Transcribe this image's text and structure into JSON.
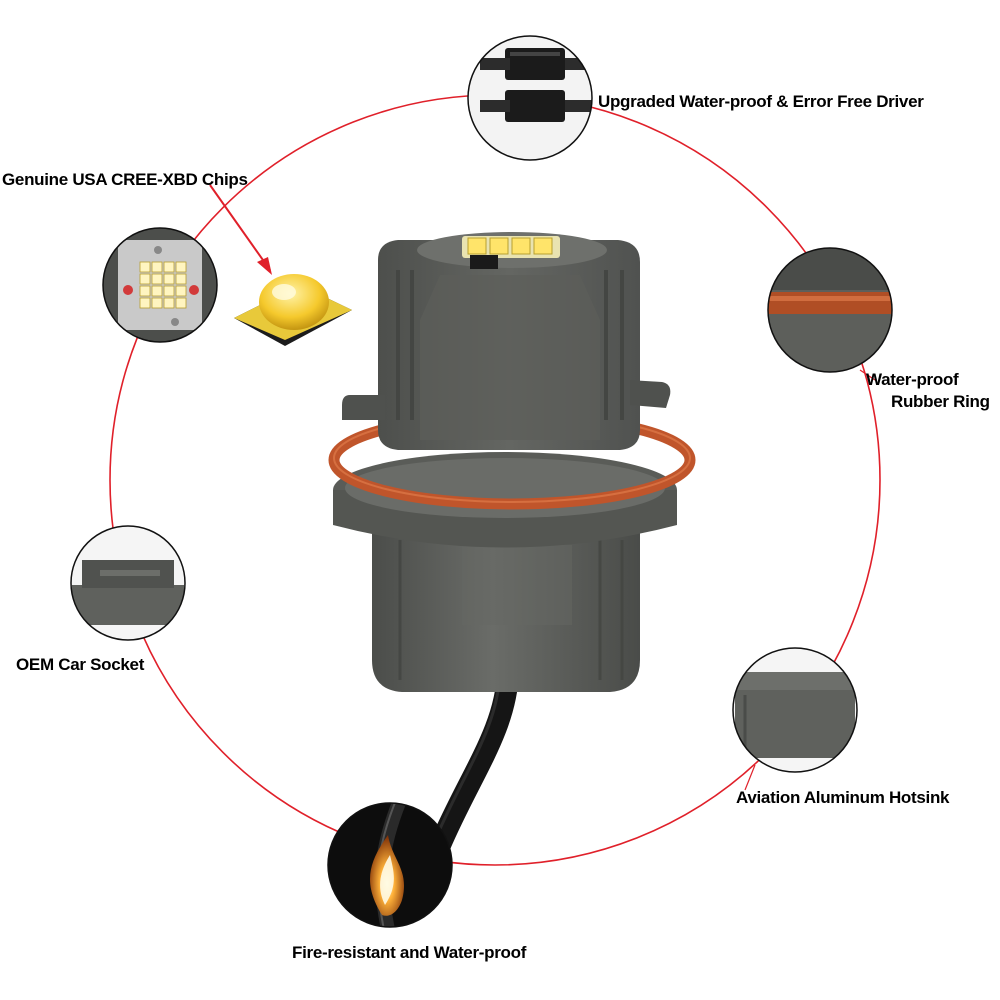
{
  "labels": {
    "driver": "Upgraded Water-proof & Error Free Driver",
    "chips": "Genuine USA CREE-XBD Chips",
    "ring_line1": "Water-proof",
    "ring_line2": "Rubber Ring",
    "socket": "OEM Car Socket",
    "heatsink": "Aviation Aluminum Hotsink",
    "fire": "Fire-resistant and Water-proof"
  },
  "colors": {
    "guide_circle": "#e0202a",
    "housing": "#5f615d",
    "rubber_ring": "#c0552b",
    "led_chip": "#ffe46a"
  },
  "icons": {
    "driver_detail": "driver-module-icon",
    "chip_detail": "led-chip-icon",
    "ring_detail": "rubber-ring-icon",
    "socket_detail": "socket-icon",
    "heatsink_detail": "heatsink-icon",
    "fire_detail": "flame-icon"
  }
}
